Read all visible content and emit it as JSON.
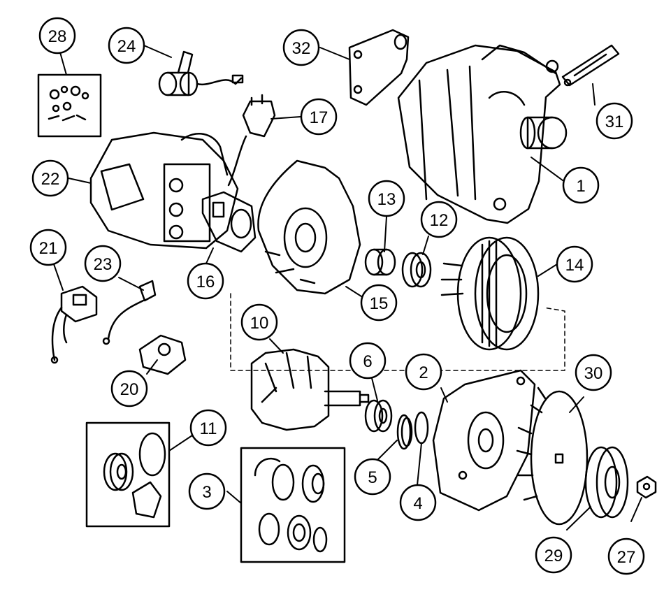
{
  "diagram": {
    "callouts": [
      {
        "id": "c28",
        "number": "28"
      },
      {
        "id": "c24",
        "number": "24"
      },
      {
        "id": "c32",
        "number": "32"
      },
      {
        "id": "c17",
        "number": "17"
      },
      {
        "id": "c31",
        "number": "31"
      },
      {
        "id": "c22",
        "number": "22"
      },
      {
        "id": "c1",
        "number": "1"
      },
      {
        "id": "c13",
        "number": "13"
      },
      {
        "id": "c12",
        "number": "12"
      },
      {
        "id": "c21",
        "number": "21"
      },
      {
        "id": "c23",
        "number": "23"
      },
      {
        "id": "c14",
        "number": "14"
      },
      {
        "id": "c16",
        "number": "16"
      },
      {
        "id": "c15",
        "number": "15"
      },
      {
        "id": "c10",
        "number": "10"
      },
      {
        "id": "c6",
        "number": "6"
      },
      {
        "id": "c2",
        "number": "2"
      },
      {
        "id": "c30",
        "number": "30"
      },
      {
        "id": "c20",
        "number": "20"
      },
      {
        "id": "c11",
        "number": "11"
      },
      {
        "id": "c5",
        "number": "5"
      },
      {
        "id": "c3",
        "number": "3"
      },
      {
        "id": "c4",
        "number": "4"
      },
      {
        "id": "c29",
        "number": "29"
      },
      {
        "id": "c27",
        "number": "27"
      }
    ]
  },
  "colors": {
    "ink": "#000000",
    "paper": "#ffffff"
  }
}
